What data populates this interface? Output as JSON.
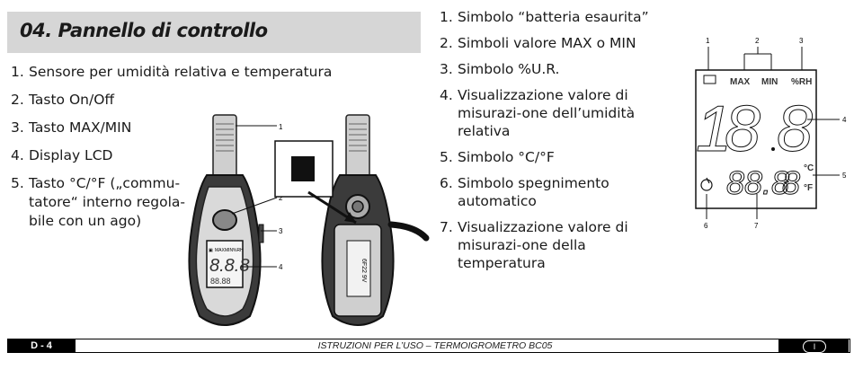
{
  "section": {
    "title": "04. Pannello di controllo"
  },
  "left_list": [
    {
      "num": "1.",
      "text": "Sensore per umidità relativa e temperatura"
    },
    {
      "num": "2.",
      "text": "Tasto On/Off"
    },
    {
      "num": "3.",
      "text": "Tasto MAX/MIN"
    },
    {
      "num": "4.",
      "text": "Display LCD"
    },
    {
      "num": "5.",
      "text": "Tasto °C/°F („commu-tatore“ interno regola-bile con un ago)"
    }
  ],
  "right_list": [
    {
      "num": "1.",
      "text": "Simbolo “batteria esaurita”"
    },
    {
      "num": "2.",
      "text": "Simboli valore MAX o MIN"
    },
    {
      "num": "3.",
      "text": "Simbolo %U.R."
    },
    {
      "num": "4.",
      "text": "Visualizzazione valore di misurazi-one dell’umidità relativa"
    },
    {
      "num": "5.",
      "text": "Simbolo °C/°F"
    },
    {
      "num": "6.",
      "text": "Simbolo spegnimento automatico"
    },
    {
      "num": "7.",
      "text": "Visualizzazione valore di misurazi-one della temperatura"
    }
  ],
  "device_callouts": [
    "1",
    "2",
    "3",
    "4"
  ],
  "device_screen": {
    "labels": [
      "MAX",
      "MIN",
      "%RH"
    ],
    "battery_label": "6F22 9V"
  },
  "lcd": {
    "callouts": [
      "1",
      "2",
      "3",
      "4",
      "5",
      "6",
      "7"
    ],
    "max": "MAX",
    "min": "MIN",
    "rh": "%RH",
    "celsius": "°C",
    "fahrenheit": "°F"
  },
  "footer": {
    "page": "D - 4",
    "title": "ISTRUZIONI PER L’USO – TERMOIGROMETRO BC05",
    "lang": "I"
  }
}
